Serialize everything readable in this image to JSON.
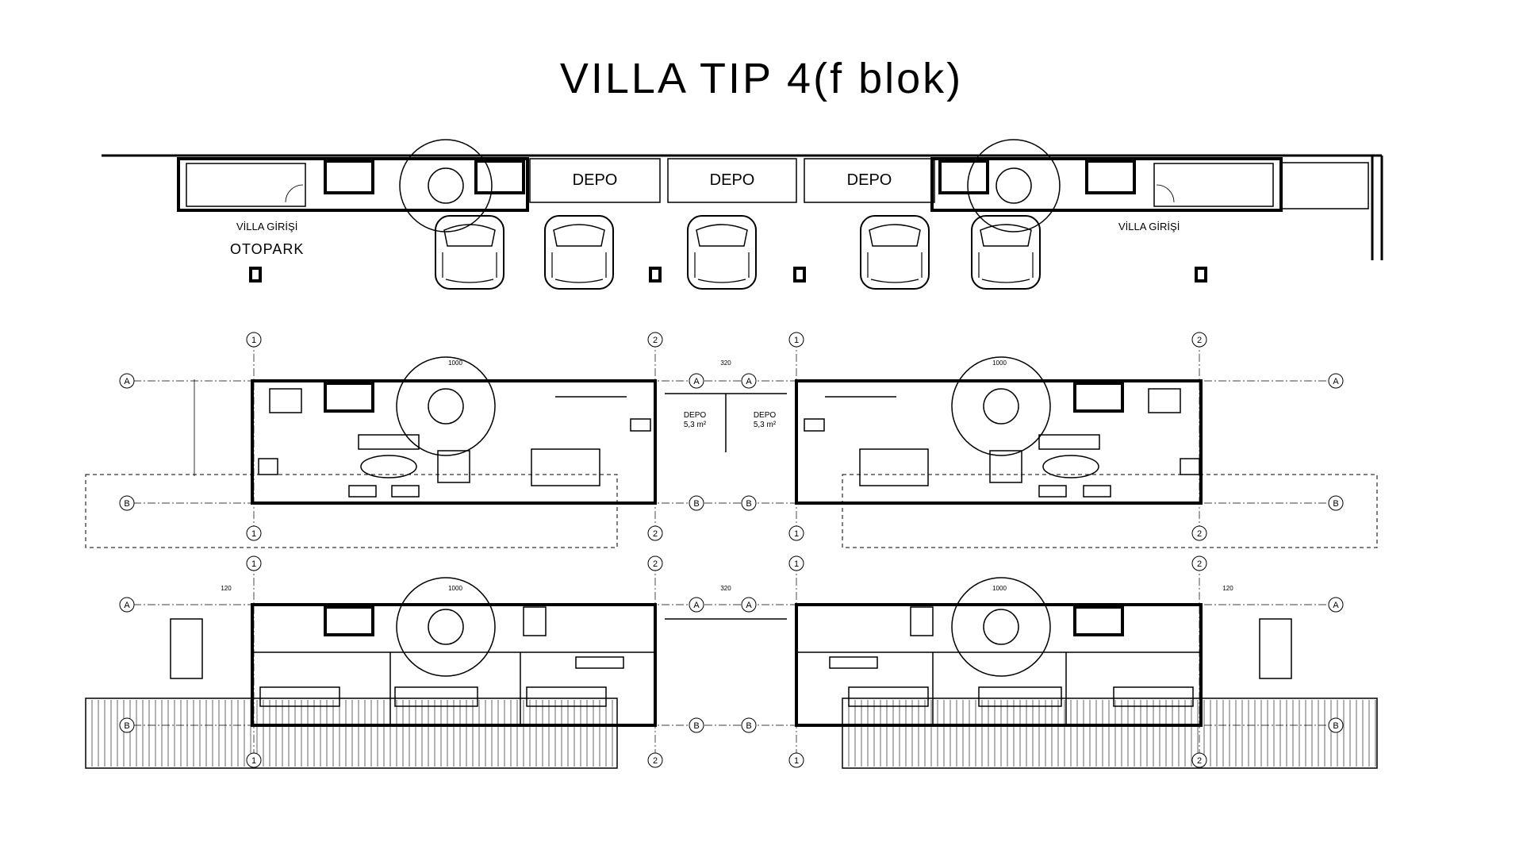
{
  "title": "VILLA TIP 4(f blok)",
  "parking": {
    "depo_labels": [
      "DEPO",
      "DEPO",
      "DEPO"
    ],
    "entrance_left": "VİLLA GİRİŞİ",
    "entrance_right": "VİLLA GİRİŞİ",
    "otopark": "OTOPARK",
    "car_count": 5
  },
  "ground_floor": {
    "dim_top": "1000",
    "dim_mid": "320",
    "depo_small": [
      {
        "name": "DEPO",
        "area": "5,3 m²"
      },
      {
        "name": "DEPO",
        "area": "5,3 m²"
      }
    ]
  },
  "upper_floor": {
    "dim_top": "1000",
    "dim_mid": "320",
    "dim_side": "120"
  },
  "axes": {
    "grid_numbers": [
      "1",
      "2"
    ],
    "grid_letters": [
      "A",
      "B"
    ]
  },
  "colors": {
    "ink": "#000000",
    "background": "#ffffff"
  }
}
